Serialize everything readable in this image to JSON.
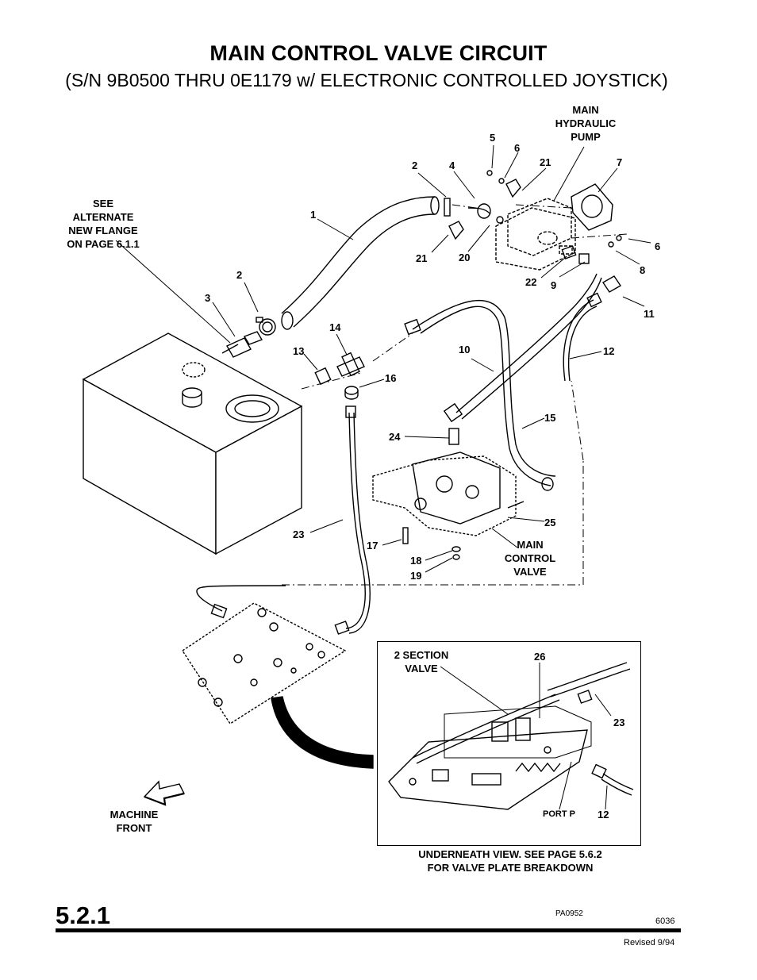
{
  "header": {
    "title": "MAIN CONTROL VALVE CIRCUIT",
    "subtitle": "(S/N 9B0500 THRU 0E1179 w/ ELECTRONIC CONTROLLED JOYSTICK)"
  },
  "callouts": {
    "pump": "MAIN\nHYDRAULIC\nPUMP",
    "flange": "SEE ALTERNATE\nNEW FLANGE\nON PAGE 6.1.1",
    "main_valve": "MAIN\nCONTROL\nVALVE",
    "machine_front": "MACHINE\nFRONT",
    "section_valve": "2 SECTION\nVALVE",
    "port_p": "PORT P",
    "underneath": "UNDERNEATH VIEW.  SEE PAGE 5.6.2\nFOR VALVE PLATE BREAKDOWN"
  },
  "part_numbers": [
    "1",
    "2",
    "2",
    "3",
    "4",
    "5",
    "6",
    "6",
    "7",
    "8",
    "9",
    "10",
    "11",
    "12",
    "12",
    "13",
    "14",
    "15",
    "16",
    "17",
    "18",
    "19",
    "20",
    "21",
    "21",
    "22",
    "23",
    "23",
    "24",
    "25",
    "26"
  ],
  "footer": {
    "section": "5.2.1",
    "drawing_id": "PA0952",
    "page_code": "6036",
    "revised": "Revised 9/94"
  }
}
